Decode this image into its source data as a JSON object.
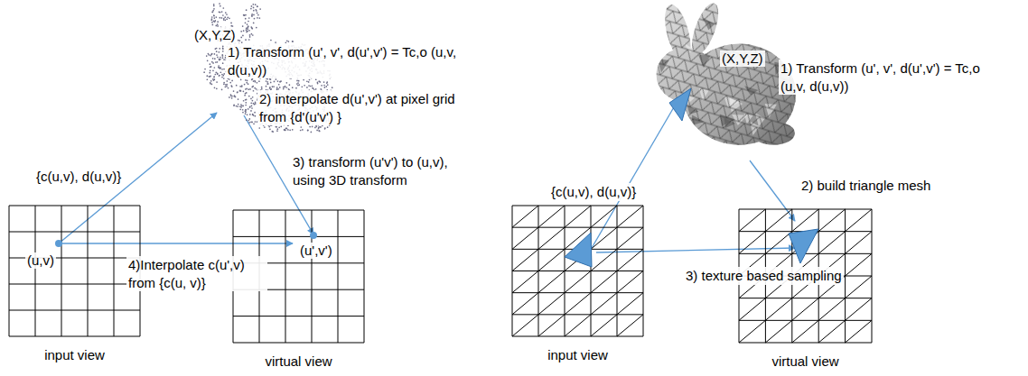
{
  "diagram": {
    "nodes": [
      {
        "text": [
          "(X,Y,Z)"
        ]
      },
      {
        "text": [
          "(u,v)",
          "input view"
        ]
      },
      {
        "text": [
          "(u',v')",
          "virtual view"
        ]
      },
      {
        "text": [
          "(X,Y,Z)"
        ]
      },
      {
        "text": [
          "input view"
        ]
      },
      {
        "text": [
          "virtual view"
        ]
      }
    ],
    "edges": [
      {
        "from": 1,
        "to": 0,
        "arrow": "to",
        "label": "{c(u,v), d(u,v)}"
      },
      {
        "from": 0,
        "to": 2,
        "arrow": "to",
        "label": "3) transform (u'v') to (u,v), using 3D transform"
      },
      {
        "from": 1,
        "to": 2,
        "arrow": "to",
        "label": "4)Interpolate c(u',v) from {c(u, v)}"
      },
      {
        "from": 4,
        "to": 3,
        "arrow": "to",
        "label": "{c(u,v), d(u,v)}"
      },
      {
        "from": 3,
        "to": 5,
        "arrow": "to",
        "label": "2) build triangle mesh"
      },
      {
        "from": 4,
        "to": 5,
        "arrow": "to",
        "label": "3) texture based sampling"
      }
    ],
    "labels": [
      "1) Transform (u', v', d(u',v') = Tc,o (u,v, d(u,v))",
      "2) interpolate d(u',v') at pixel grid from {d'(u'v') }",
      "1) Transform (u', v', d(u',v') = Tc,o (u,v, d(u,v))"
    ]
  }
}
